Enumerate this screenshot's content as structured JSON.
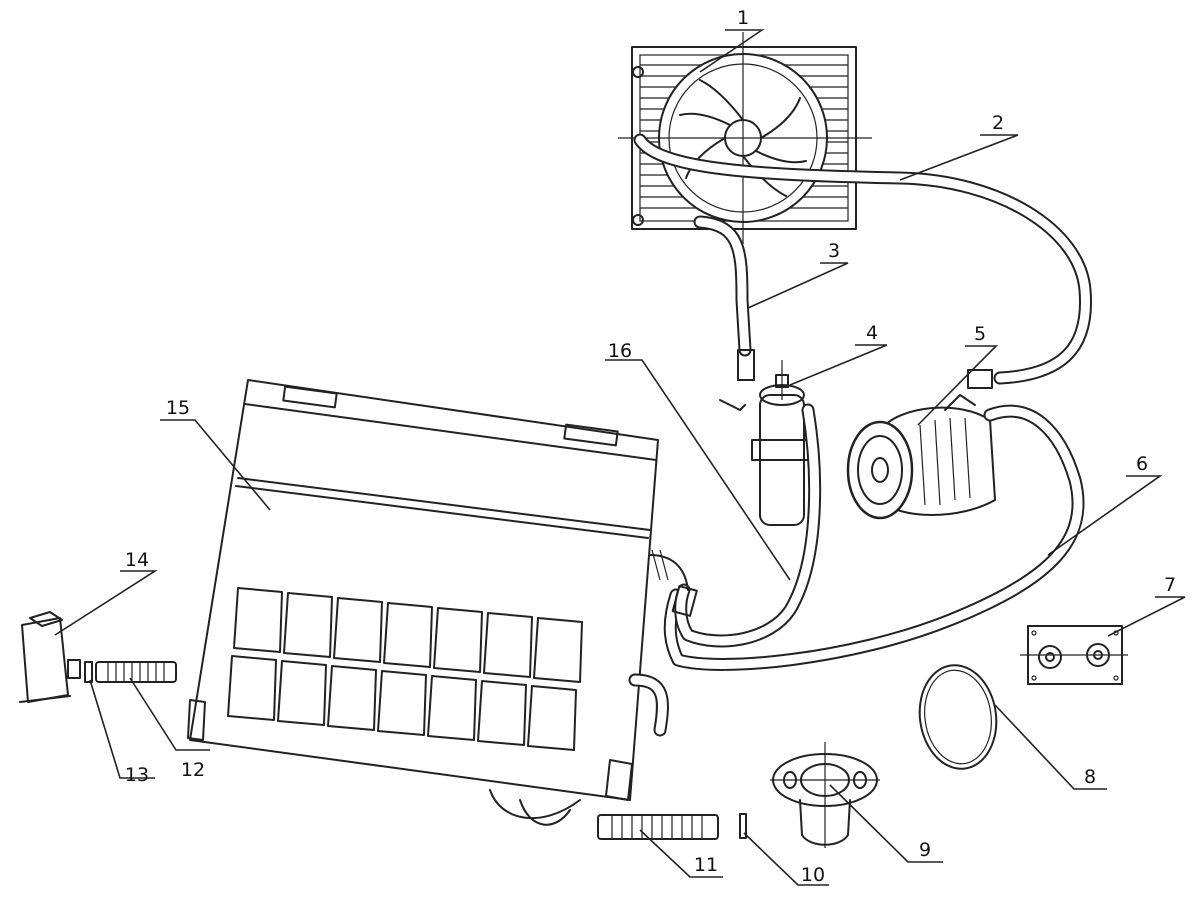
{
  "callouts": [
    {
      "id": "1"
    },
    {
      "id": "2"
    },
    {
      "id": "3"
    },
    {
      "id": "4"
    },
    {
      "id": "5"
    },
    {
      "id": "6"
    },
    {
      "id": "7"
    },
    {
      "id": "8"
    },
    {
      "id": "9"
    },
    {
      "id": "10"
    },
    {
      "id": "11"
    },
    {
      "id": "12"
    },
    {
      "id": "13"
    },
    {
      "id": "14"
    },
    {
      "id": "15"
    },
    {
      "id": "16"
    }
  ]
}
